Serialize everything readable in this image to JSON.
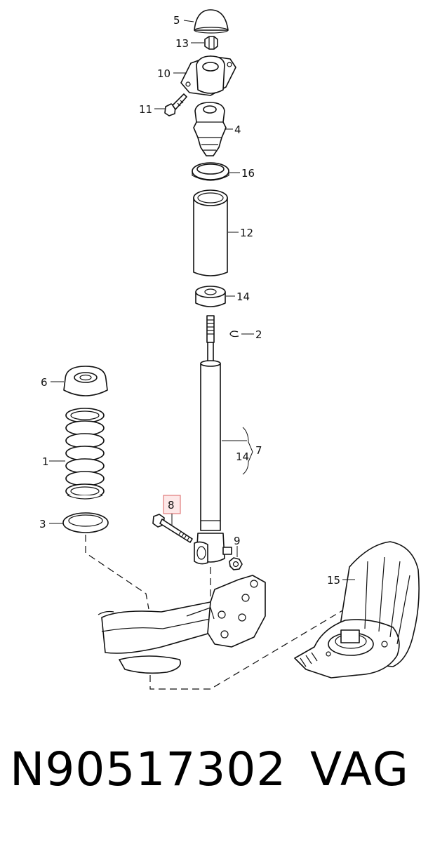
{
  "callouts": {
    "c5": "5",
    "c13": "13",
    "c10": "10",
    "c11": "11",
    "c4": "4",
    "c16": "16",
    "c12": "12",
    "c14a": "14",
    "c2": "2",
    "c6": "6",
    "c14b": "14",
    "c7": "7",
    "c1": "1",
    "c8": "8",
    "c3": "3",
    "c9": "9",
    "c15": "15"
  },
  "highlighted_callout": "8",
  "colors": {
    "highlight_fill": "#fde8e8",
    "highlight_stroke": "#e07a7a",
    "line": "#111111"
  },
  "footer": {
    "part_number": "N90517302",
    "brand": "VAG"
  }
}
